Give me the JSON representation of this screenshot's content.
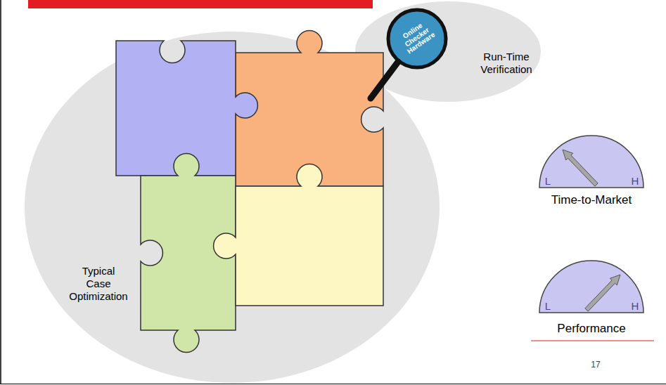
{
  "diagram": {
    "nodes": [
      {
        "text": [
          "Typical Case Optimization"
        ]
      },
      {
        "text": [
          "Run-Time Verification"
        ]
      },
      {
        "text": [
          "Online Checker Hardware"
        ],
        "in": 1
      },
      {
        "text": [
          "L",
          "H",
          "Time-to-Market"
        ]
      },
      {
        "text": [
          "L",
          "H",
          "Performance"
        ]
      }
    ],
    "labels": [
      "17"
    ]
  }
}
